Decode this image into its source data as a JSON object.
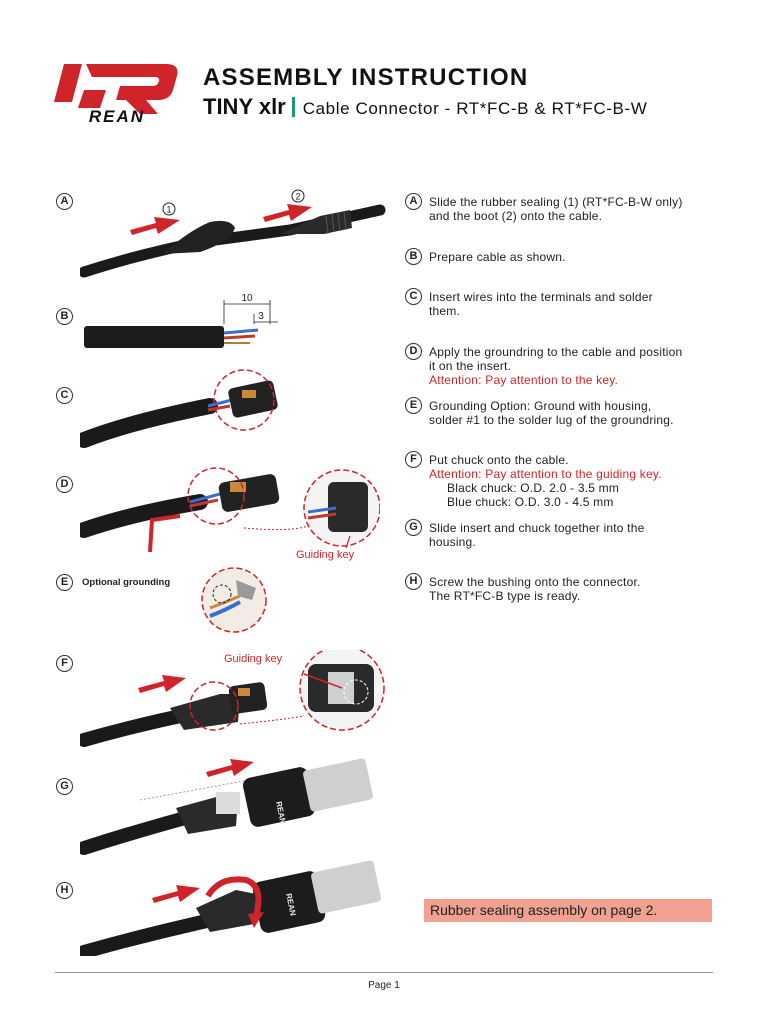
{
  "header": {
    "logo_text": "REAN",
    "title": "ASSEMBLY INSTRUCTION",
    "product": "TINY xlr",
    "description": "Cable Connector - RT*FC-B & RT*FC-B-W"
  },
  "figures": {
    "a_arrow_1": "1",
    "a_arrow_2": "2",
    "b_dim_10": "10",
    "b_dim_3": "3",
    "d_guiding_key": "Guiding key",
    "e_optional_grounding": "Optional grounding",
    "f_guiding_key": "Guiding key",
    "connector_brand": "REAN"
  },
  "steps": [
    {
      "letter": "A",
      "lines": [
        "Slide the rubber sealing (1) (RT*FC-B-W only)",
        "and the boot (2) onto the cable."
      ]
    },
    {
      "letter": "B",
      "lines": [
        "Prepare cable as shown."
      ]
    },
    {
      "letter": "C",
      "lines": [
        "Insert wires into the terminals and solder",
        "them."
      ]
    },
    {
      "letter": "D",
      "lines": [
        "Apply the groundring to the cable and position",
        "it on the insert."
      ],
      "attention": "Attention:  Pay attention to the key."
    },
    {
      "letter": "E",
      "lines": [
        "Grounding Option: Ground with housing,",
        "solder #1 to the solder lug of the groundring."
      ]
    },
    {
      "letter": "F",
      "lines": [
        "Put chuck onto the cable."
      ],
      "attention": "Attention:  Pay attention to the guiding key.",
      "details": [
        "Black chuck: O.D. 2.0 - 3.5 mm",
        "Blue chuck:  O.D. 3.0 - 4.5 mm"
      ]
    },
    {
      "letter": "G",
      "lines": [
        "Slide insert and chuck together into the",
        "housing."
      ]
    },
    {
      "letter": "H",
      "lines": [
        "Screw the bushing onto the connector.",
        "The RT*FC-B type is ready."
      ]
    }
  ],
  "note": "Rubber sealing assembly on page 2.",
  "footer": {
    "page": "Page 1"
  },
  "colors": {
    "brand_red": "#d0242b",
    "separator_green": "#1a9a7a",
    "note_bg": "#f0a18f"
  },
  "icons": {
    "step_marker": "circled-letter-icon",
    "direction": "red-arrow-icon"
  }
}
